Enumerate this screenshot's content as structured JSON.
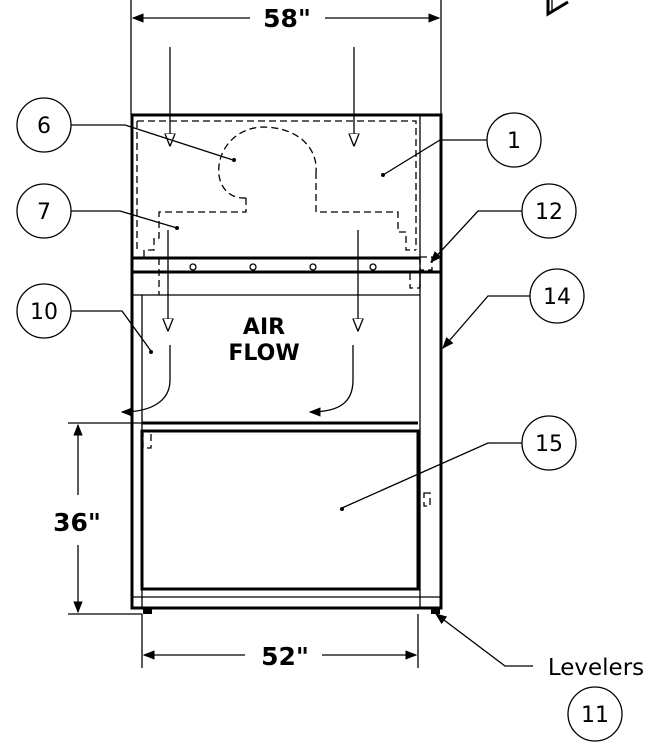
{
  "dimensions": {
    "overall_width": "58\"",
    "work_height": "36\"",
    "interior_width": "52\""
  },
  "airflow_label": {
    "line1": "AIR",
    "line2": "FLOW"
  },
  "callouts": [
    {
      "id": "callout-1",
      "number": "1"
    },
    {
      "id": "callout-6",
      "number": "6"
    },
    {
      "id": "callout-7",
      "number": "7"
    },
    {
      "id": "callout-10",
      "number": "10"
    },
    {
      "id": "callout-11",
      "number": "11"
    },
    {
      "id": "callout-12",
      "number": "12"
    },
    {
      "id": "callout-14",
      "number": "14"
    },
    {
      "id": "callout-15",
      "number": "15"
    }
  ],
  "levelers_label": "Levelers"
}
